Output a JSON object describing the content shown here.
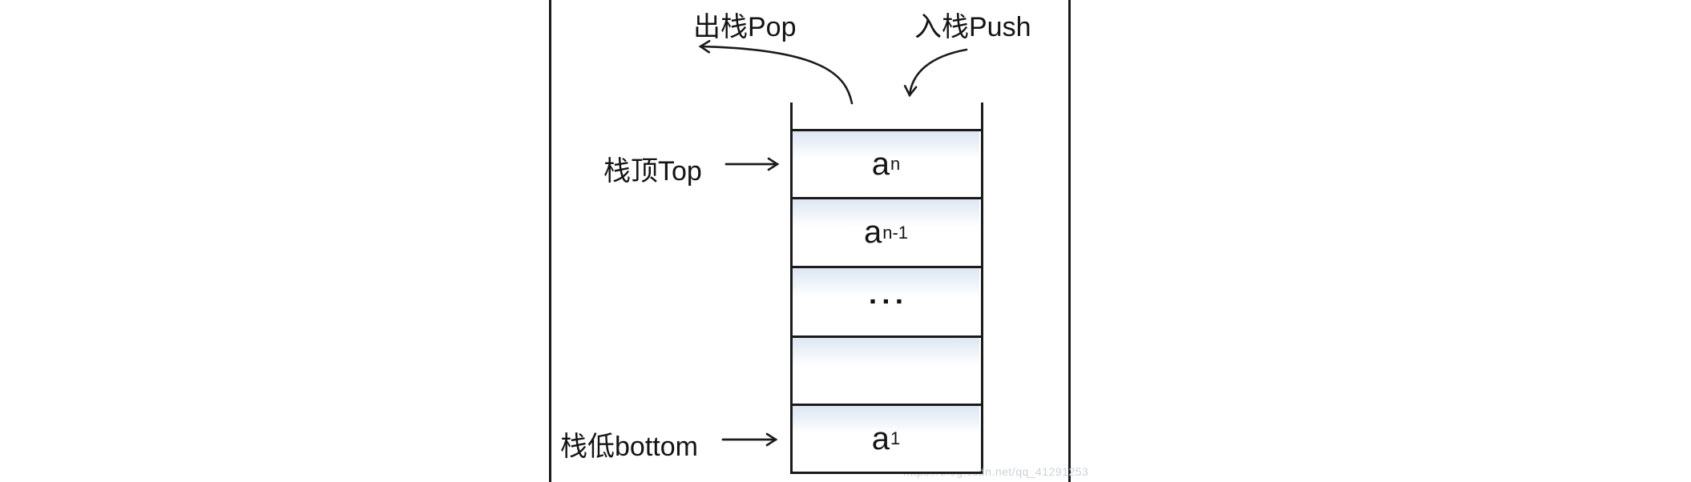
{
  "diagram": {
    "title_semantic": "stack push/pop structure diagram",
    "pop_label": "出栈Pop",
    "push_label": "入栈Push",
    "top_label": "栈顶Top",
    "bottom_label": "栈低bottom",
    "cells": [
      {
        "base": "a",
        "sub": "n"
      },
      {
        "base": "a",
        "sub": "n-1"
      },
      {
        "base": "▪▪▪",
        "sub": ""
      },
      {
        "base": "",
        "sub": ""
      },
      {
        "base": "a",
        "sub": "1"
      }
    ],
    "watermark": "https://blog.csdn.net/qq_41291253",
    "colors": {
      "line": "#1b1b1b",
      "cell_top_tint": "#dce6f2",
      "text": "#141414",
      "watermark": "#ccd1d9",
      "background": "#ffffff"
    }
  }
}
